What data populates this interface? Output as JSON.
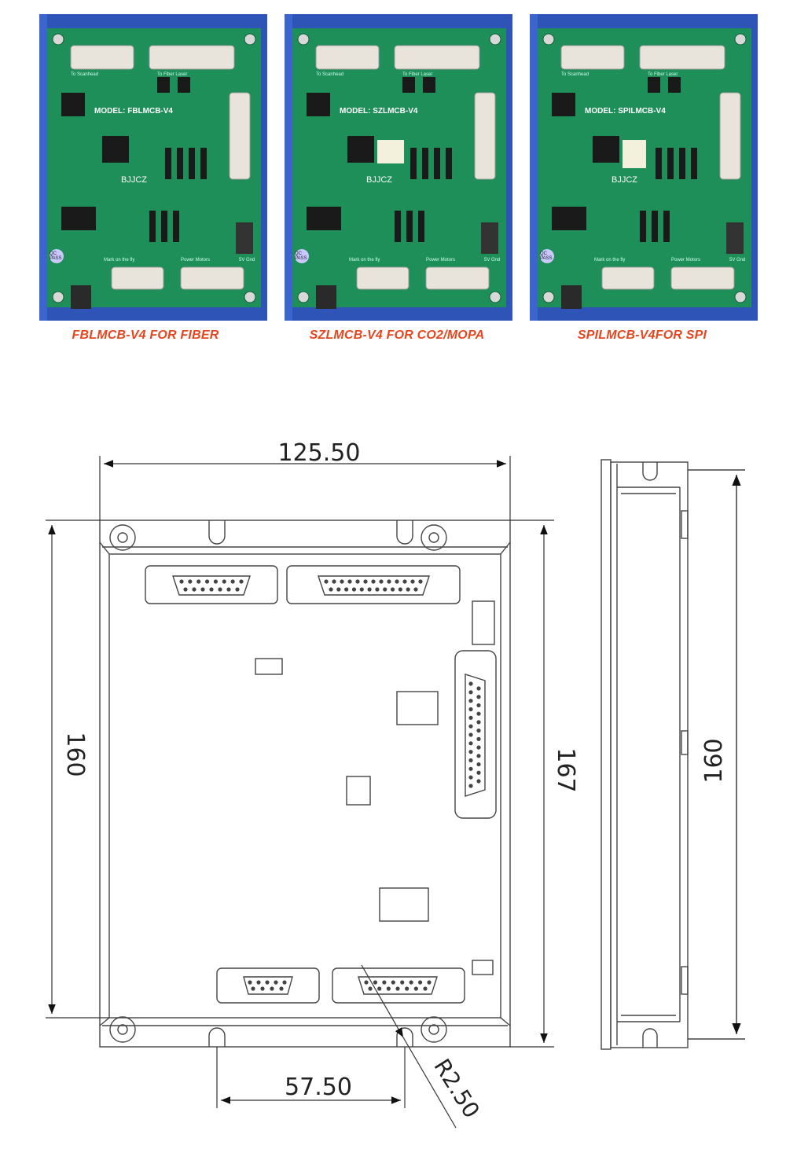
{
  "boards": [
    {
      "model_label": "MODEL: FBLMCB-V4",
      "brand": "BJJCZ",
      "caption": "FBLMCB-V4 FOR FIBER",
      "port_labels": {
        "scanhead": "To Scanhead",
        "laser": "To Fiber Laser",
        "fly": "Mark on the fly",
        "power": "Power Motors",
        "gnd": "5V Gnd"
      },
      "pass_label": "QC PASS"
    },
    {
      "model_label": "MODEL: SZLMCB-V4",
      "brand": "BJJCZ",
      "caption": "SZLMCB-V4 FOR CO2/MOPA",
      "port_labels": {
        "scanhead": "To Scanhead",
        "laser": "To Fiber Laser",
        "fly": "Mark on the fly",
        "power": "Power Motors",
        "gnd": "5V Gnd"
      },
      "pass_label": "QC PASS"
    },
    {
      "model_label": "MODEL: SPILMCB-V4",
      "brand": "BJJCZ",
      "caption": "SPILMCB-V4FOR SPI",
      "port_labels": {
        "scanhead": "To Scanhead",
        "laser": "To Fiber Laser",
        "fly": "Mark on the fly",
        "power": "Power Motors",
        "gnd": "5V Gnd"
      },
      "pass_label": "QC PASS"
    }
  ],
  "dimensions": {
    "width": "125.50",
    "height_left": "160",
    "height_right": "167",
    "side_height": "160",
    "hole_spacing": "57.50",
    "radius": "R2.50"
  },
  "colors": {
    "pcb": "#1f8f5a",
    "pcb_dark": "#13704a",
    "case": "#2e54b8",
    "caption": "#e6461f",
    "line": "#444444"
  }
}
